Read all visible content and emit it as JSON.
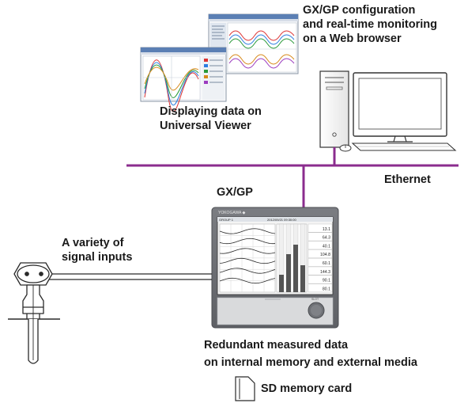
{
  "labels": {
    "web_config": [
      "GX/GP configuration",
      "and real-time monitoring",
      "on a Web browser"
    ],
    "universal_viewer": [
      "Displaying data on",
      "Universal Viewer"
    ],
    "gxgp": "GX/GP",
    "ethernet": "Ethernet",
    "signal_inputs": [
      "A variety of",
      "signal inputs"
    ],
    "redundant": [
      "Redundant measured data",
      "on internal memory and external media"
    ],
    "sd_card": "SD memory card"
  },
  "recorder": {
    "brand": "YOKOGAWA ◆",
    "header_title": "GROUP 1",
    "header_date": "2012/09/21 09:30:00",
    "channel_values": [
      "13.1",
      "64.3",
      "40.1",
      "104.8",
      "60.1",
      "144.3",
      "90.1",
      "80.1"
    ]
  },
  "colors": {
    "network": "#8b2c8e",
    "line": "#2a2a2a",
    "bezel": "#6f7176",
    "screen": "#f4f4f4"
  }
}
